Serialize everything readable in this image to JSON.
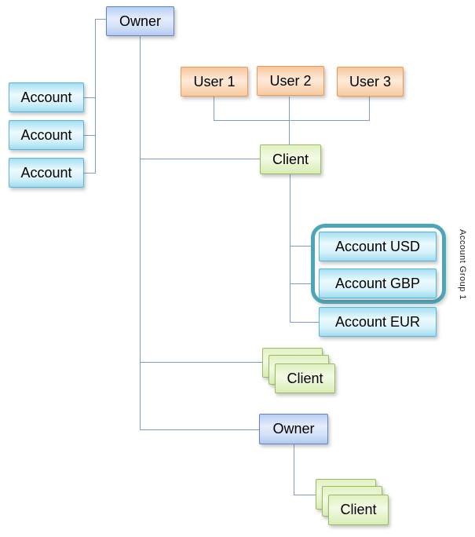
{
  "diagram": {
    "group_label": "Account Group 1",
    "nodes": [
      {
        "id": "owner-top",
        "label": "Owner",
        "kind": "blue"
      },
      {
        "id": "account-1",
        "label": "Account",
        "kind": "cyan"
      },
      {
        "id": "account-2",
        "label": "Account",
        "kind": "cyan"
      },
      {
        "id": "account-3",
        "label": "Account",
        "kind": "cyan"
      },
      {
        "id": "user-1",
        "label": "User 1",
        "kind": "orange"
      },
      {
        "id": "user-2",
        "label": "User 2",
        "kind": "orange"
      },
      {
        "id": "user-3",
        "label": "User 3",
        "kind": "orange"
      },
      {
        "id": "client-main",
        "label": "Client",
        "kind": "green"
      },
      {
        "id": "account-usd",
        "label": "Account USD",
        "kind": "cyan"
      },
      {
        "id": "account-gbp",
        "label": "Account GBP",
        "kind": "cyan"
      },
      {
        "id": "account-eur",
        "label": "Account EUR",
        "kind": "cyan"
      },
      {
        "id": "client-stack-mid",
        "label": "Client",
        "kind": "green",
        "stack": 3
      },
      {
        "id": "owner-sub",
        "label": "Owner",
        "kind": "blue"
      },
      {
        "id": "client-stack-bot",
        "label": "Client",
        "kind": "green",
        "stack": 3
      }
    ],
    "palette": {
      "line": "#7e9dc8",
      "group_border": "#4ba6b8",
      "blue": {
        "border": "#5e85c2",
        "top": "#b9cff2",
        "light": "#e4edfb",
        "mid": "#d2e0f7",
        "bottom": "#b3c9ee"
      },
      "cyan": {
        "border": "#56b7d6",
        "top": "#a4dff2",
        "light": "#ecfafd",
        "mid": "#d6f1fa",
        "bottom": "#9edcf0"
      },
      "orange": {
        "border": "#ec9a55",
        "top": "#f8c69c",
        "light": "#fdebdb",
        "mid": "#fbd9ba",
        "bottom": "#f8c99e"
      },
      "green": {
        "border": "#9cbb5d",
        "top": "#e0f1c2",
        "light": "#f3fae4",
        "mid": "#e4f3ca",
        "bottom": "#d8edb4"
      }
    }
  }
}
